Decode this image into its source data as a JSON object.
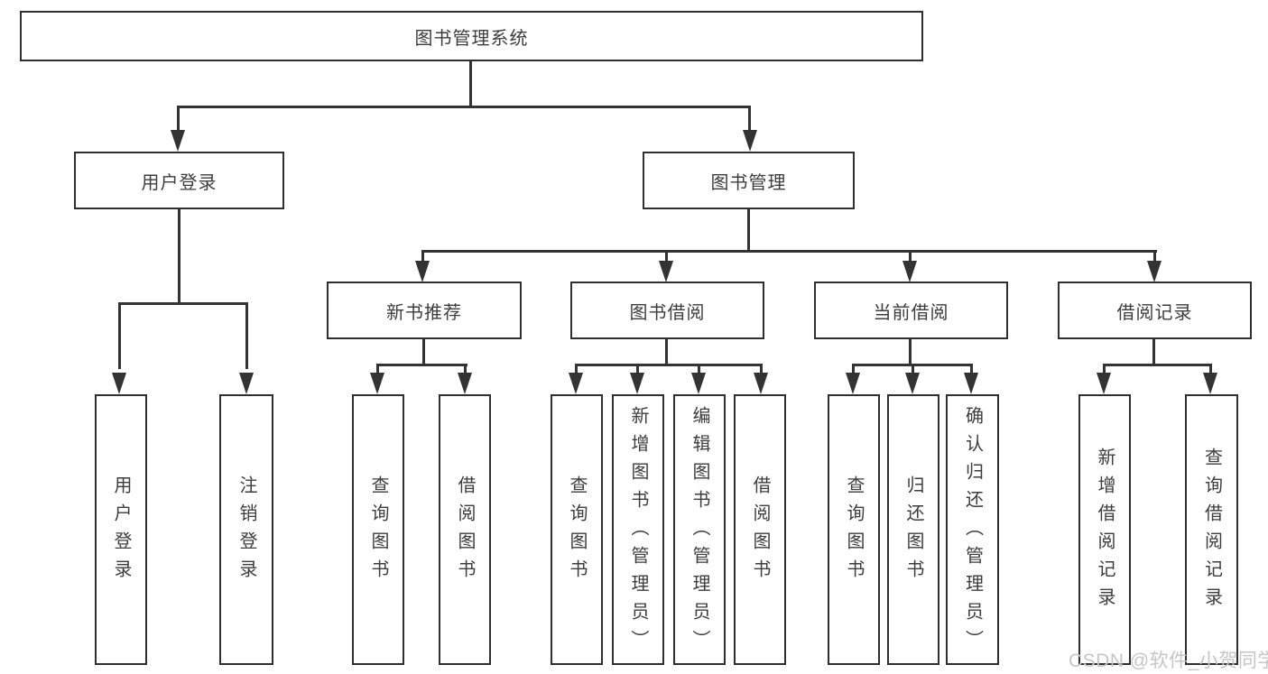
{
  "diagram": {
    "title_node": {
      "label": "图书管理系统"
    },
    "level1": [
      {
        "label": "用户登录"
      },
      {
        "label": "图书管理"
      }
    ],
    "level2": [
      {
        "label": "新书推荐",
        "parent": "图书管理"
      },
      {
        "label": "图书借阅",
        "parent": "图书管理"
      },
      {
        "label": "当前借阅",
        "parent": "图书管理"
      },
      {
        "label": "借阅记录",
        "parent": "图书管理"
      }
    ],
    "leaves": [
      {
        "label": "用户登录",
        "parent": "用户登录"
      },
      {
        "label": "注销登录",
        "parent": "用户登录"
      },
      {
        "label": "查询图书",
        "parent": "新书推荐"
      },
      {
        "label": "借阅图书",
        "parent": "新书推荐"
      },
      {
        "label": "查询图书",
        "parent": "图书借阅"
      },
      {
        "label": "新增图书（管理员）",
        "parent": "图书借阅"
      },
      {
        "label": "编辑图书（管理员）",
        "parent": "图书借阅"
      },
      {
        "label": "借阅图书",
        "parent": "图书借阅"
      },
      {
        "label": "查询图书",
        "parent": "当前借阅"
      },
      {
        "label": "归还图书",
        "parent": "当前借阅"
      },
      {
        "label": "确认归还（管理员）",
        "parent": "当前借阅"
      },
      {
        "label": "新增借阅记录",
        "parent": "借阅记录"
      },
      {
        "label": "查询借阅记录",
        "parent": "借阅记录"
      }
    ],
    "watermark": "CSDN @软件_小贺同学",
    "colors": {
      "line": "#333333",
      "text": "#3d3d3d",
      "background": "#ffffff",
      "watermark": "#c6c6c6"
    }
  }
}
